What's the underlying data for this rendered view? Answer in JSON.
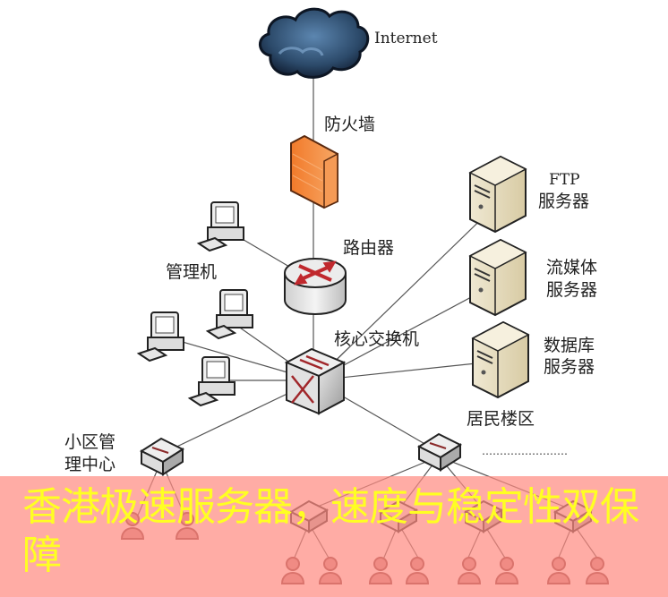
{
  "diagram": {
    "title": "Network topology",
    "nodes": {
      "internet": {
        "label": "Internet",
        "icon": "cloud-icon"
      },
      "firewall": {
        "label": "防火墙",
        "icon": "firewall-icon"
      },
      "router": {
        "label": "路由器",
        "icon": "router-icon"
      },
      "admin_pc": {
        "label": "管理机",
        "icon": "computer-icon"
      },
      "core_switch": {
        "label": "核心交换机",
        "icon": "switch-icon"
      },
      "ftp_server": {
        "label_line1": "FTP",
        "label_line2": "服务器",
        "icon": "server-icon"
      },
      "media_server": {
        "label_line1": "流媒体",
        "label_line2": "服务器",
        "icon": "server-icon"
      },
      "db_server": {
        "label_line1": "数据库",
        "label_line2": "服务器",
        "icon": "server-icon"
      },
      "residential": {
        "label": "居民楼区",
        "icon": "switch-icon"
      },
      "community_center": {
        "label_line1": "小区管",
        "label_line2": "理中心",
        "icon": "switch-icon"
      },
      "ellipsis": {
        "label": "……………………"
      }
    },
    "colors": {
      "cloud": "#2f4f6f",
      "firewall": "#f08a3c",
      "arrow": "#c0282d",
      "server": "#ece3c8",
      "user": "#c88a8a",
      "line": "#555555"
    }
  },
  "banner": {
    "text": "香港极速服务器，速度与稳定性双保障",
    "background": "#ff8c82",
    "text_color": "#ffff22"
  }
}
